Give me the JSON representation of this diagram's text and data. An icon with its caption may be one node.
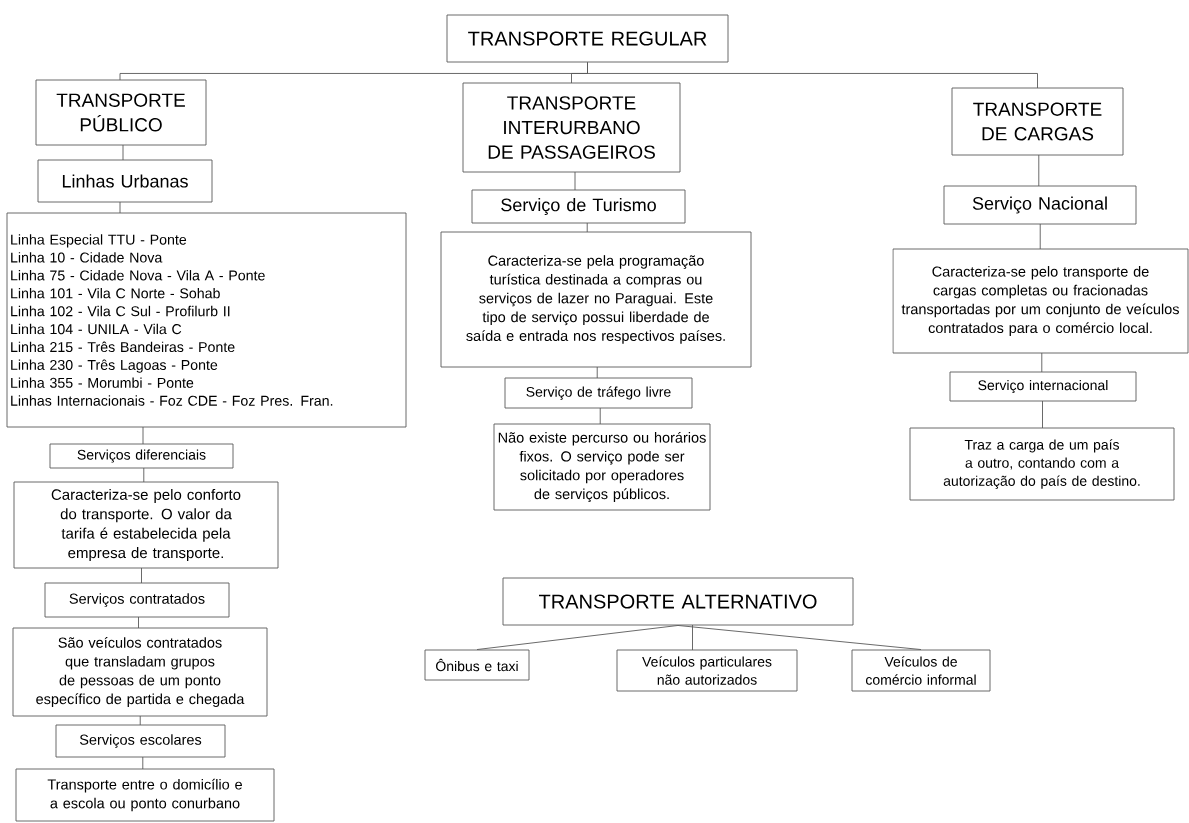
{
  "diagram": {
    "nodes": [
      {
        "text": [
          "TRANSPORTE REGULAR"
        ]
      },
      {
        "text": [
          "TRANSPORTE PÚBLICO"
        ]
      },
      {
        "text": [
          "Linhas Urbanas"
        ]
      },
      {
        "text": [
          "Linha Especial TTU - Ponte",
          "Linha 10 - Cidade Nova",
          "Linha 75 - Cidade Nova - Vila A - Ponte",
          "Linha 101 - Vila C Norte - Sohab",
          "Linha 102 - Vila C Sul - Profilurb II",
          "Linha 104 - UNILA - Vila C",
          "Linha 215 - Três Bandeiras - Ponte",
          "Linha 230 - Três Lagoas - Ponte",
          "Linha 355 - Morumbi - Ponte",
          "Linhas Internacionais - Foz CDE - Foz Pres. Fran."
        ]
      },
      {
        "text": [
          "Serviços diferenciais"
        ]
      },
      {
        "text": [
          "Caracteriza-se pelo conforto do transporte. O valor da tarifa é estabelecida pela empresa de transporte."
        ]
      },
      {
        "text": [
          "Serviços contratados"
        ]
      },
      {
        "text": [
          "São veículos contratados que transladam grupos de pessoas de um ponto específico de partida e chegada"
        ]
      },
      {
        "text": [
          "Serviços escolares"
        ]
      },
      {
        "text": [
          "Transporte entre o domicílio e a escola ou ponto conurbano"
        ]
      },
      {
        "text": [
          "TRANSPORTE INTERURBANO DE PASSAGEIROS"
        ]
      },
      {
        "text": [
          "Serviço de Turismo"
        ]
      },
      {
        "text": [
          "Caracteriza-se pela programação turística destinada a compras ou serviços de lazer no Paraguai. Este tipo de serviço possui liberdade de saída e entrada nos respectivos países."
        ]
      },
      {
        "text": [
          "Serviço de tráfego livre"
        ]
      },
      {
        "text": [
          "Não existe percurso ou horários fixos. O serviço pode ser solicitado por operadores de serviços públicos."
        ]
      },
      {
        "text": [
          "TRANSPORTE DE CARGAS"
        ]
      },
      {
        "text": [
          "Serviço Nacional"
        ]
      },
      {
        "text": [
          "Caracteriza-se pelo transporte de cargas completas ou fracionadas transportadas por um conjunto de veículos contratados para o comércio local."
        ]
      },
      {
        "text": [
          "Serviço internacional"
        ]
      },
      {
        "text": [
          "Traz a carga de um país a outro, contando com a autorização do país de destino."
        ]
      },
      {
        "text": [
          "TRANSPORTE ALTERNATIVO"
        ]
      },
      {
        "text": [
          "Ônibus e taxi"
        ]
      },
      {
        "text": [
          "Veículos particulares não autorizados"
        ]
      },
      {
        "text": [
          "Veículos de comércio informal"
        ]
      }
    ],
    "edges": [
      {
        "from": 0,
        "to": 1,
        "arrow": "none"
      },
      {
        "from": 0,
        "to": 10,
        "arrow": "none"
      },
      {
        "from": 0,
        "to": 15,
        "arrow": "none"
      },
      {
        "from": 1,
        "to": 2,
        "arrow": "none"
      },
      {
        "from": 2,
        "to": 3,
        "arrow": "none"
      },
      {
        "from": 3,
        "to": 4,
        "arrow": "none"
      },
      {
        "from": 4,
        "to": 5,
        "arrow": "none"
      },
      {
        "from": 5,
        "to": 6,
        "arrow": "none"
      },
      {
        "from": 6,
        "to": 7,
        "arrow": "none"
      },
      {
        "from": 7,
        "to": 8,
        "arrow": "none"
      },
      {
        "from": 8,
        "to": 9,
        "arrow": "none"
      },
      {
        "from": 10,
        "to": 11,
        "arrow": "none"
      },
      {
        "from": 11,
        "to": 12,
        "arrow": "none"
      },
      {
        "from": 12,
        "to": 13,
        "arrow": "none"
      },
      {
        "from": 13,
        "to": 14,
        "arrow": "none"
      },
      {
        "from": 15,
        "to": 16,
        "arrow": "none"
      },
      {
        "from": 16,
        "to": 17,
        "arrow": "none"
      },
      {
        "from": 17,
        "to": 18,
        "arrow": "none"
      },
      {
        "from": 18,
        "to": 19,
        "arrow": "none"
      },
      {
        "from": 20,
        "to": 21,
        "arrow": "none"
      },
      {
        "from": 20,
        "to": 22,
        "arrow": "none"
      },
      {
        "from": 20,
        "to": 23,
        "arrow": "none"
      }
    ]
  }
}
